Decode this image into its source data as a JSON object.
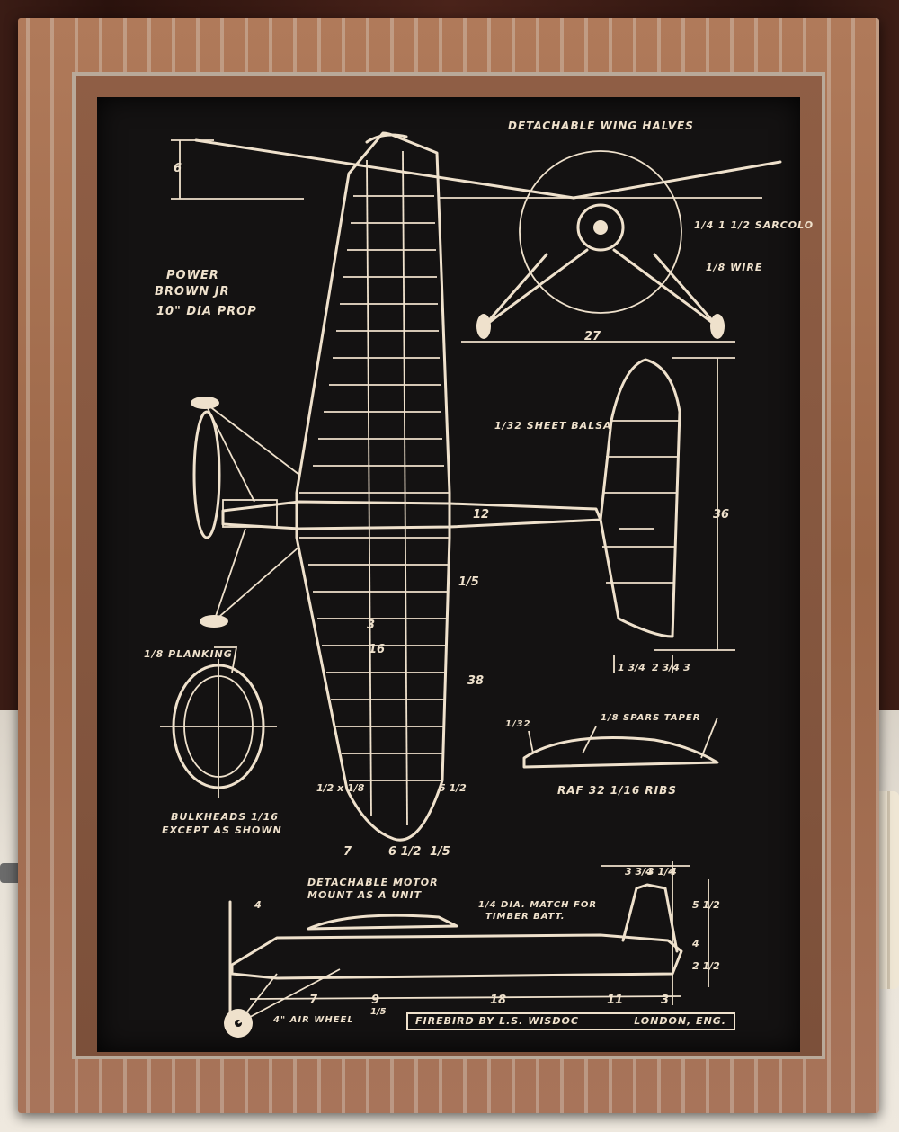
{
  "scene": {
    "description": "Framed blueprint-style poster of a model airplane hung on a distressed wooden frame in front of a dark wood cabinet and a white radiator",
    "colors": {
      "board": "#141212",
      "ink": "#efe1cc",
      "frame_wood": "#a06a4d",
      "frame_whitewash": "#d9d2c6",
      "cabinet": "#3a1c15",
      "wall": "#e8e2d8"
    }
  },
  "blueprint": {
    "annotations": {
      "wing_halves": "Detachable wing halves",
      "power": "Power",
      "engine": "Brown Jr",
      "prop": "10\" dia prop",
      "sarco": "1/4 1 1/2 sarcolo",
      "wire": "1/8 wire",
      "sheet_balsa": "1/32 sheet balsa",
      "planking": "1/8 planking",
      "bulkhead_1": "Bulkheads 1/16",
      "bulkhead_2": "except as shown",
      "spar_taper": "1/8 spars taper",
      "airfoil_tip": "1/32",
      "airfoil": "RAF 32  1/16 ribs",
      "motor_mount_1": "Detachable motor",
      "motor_mount_2": "mount as a unit",
      "dowel_1": "1/4 dia. match for",
      "dowel_2": "timber batt.",
      "wheel": "4\" air wheel",
      "title": "Firebird by L.S. Wisdoc",
      "location": "London, Eng."
    },
    "dimensions": {
      "top_left_height": "6",
      "front_view_span": "27",
      "tail_height": "36",
      "wing_chord": "12",
      "fuselage_length": "38",
      "wing_inner": "16",
      "wing_small_1": "3",
      "wing_small_2": "1/5",
      "wing_tip_left": "1/2 x 1/8",
      "wing_tip_right": "5 1/2",
      "bottom_7": "7",
      "bottom_6_5": "6 1/2",
      "bottom_1_5": "1/5",
      "tail_1": "1 3/4",
      "tail_2": "2 3/4",
      "tail_3": "3",
      "side_7": "7",
      "side_9": "9",
      "side_1_5": "1/5",
      "side_18": "18",
      "side_11": "11",
      "side_3": "3",
      "fin_1": "3 3/4",
      "fin_2": "3 1/4",
      "fin_3": "4",
      "fin_4": "5 1/2",
      "fin_5": "4",
      "fin_6": "2 1/2",
      "side_4": "4"
    }
  }
}
